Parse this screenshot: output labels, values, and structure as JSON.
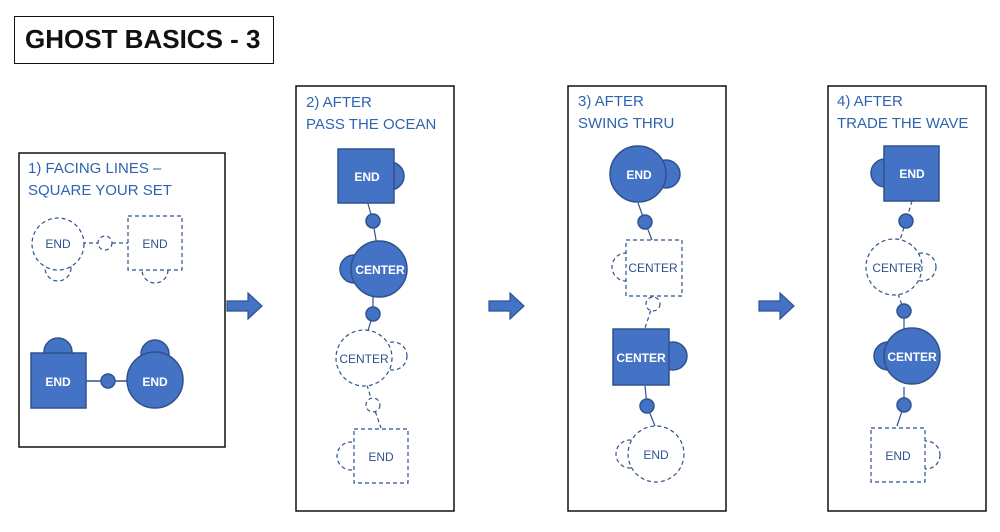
{
  "title": "GHOST BASICS - 3",
  "colors": {
    "dancer_fill": "#4472c4",
    "dancer_stroke": "#2f528f",
    "ghost_stroke": "#2f528f",
    "title_text": "#2f64b0"
  },
  "panels": [
    {
      "title_lines": [
        "1) FACING LINES –",
        "SQUARE YOUR SET"
      ],
      "labels": [
        "END",
        "END",
        "END",
        "END"
      ]
    },
    {
      "title_lines": [
        "2) AFTER",
        "PASS THE OCEAN"
      ],
      "labels": [
        "END",
        "CENTER",
        "CENTER",
        "END"
      ]
    },
    {
      "title_lines": [
        "3) AFTER",
        "SWING THRU"
      ],
      "labels": [
        "END",
        "CENTER",
        "CENTER",
        "END"
      ]
    },
    {
      "title_lines": [
        "4) AFTER",
        "TRADE THE WAVE"
      ],
      "labels": [
        "END",
        "CENTER",
        "CENTER",
        "END"
      ]
    }
  ],
  "arrow_icon": "right-arrow-icon"
}
